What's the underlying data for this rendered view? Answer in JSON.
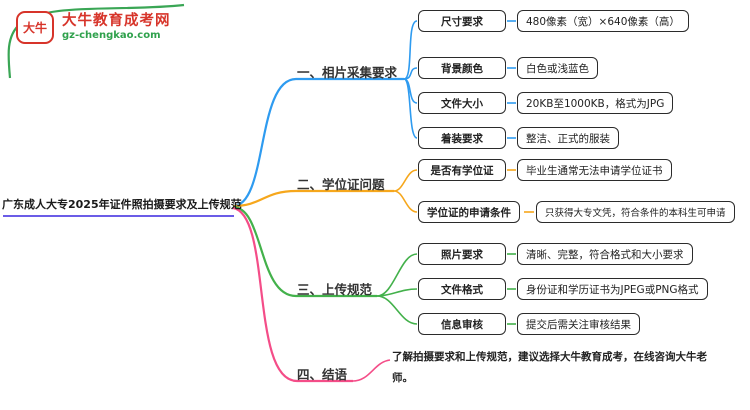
{
  "site": {
    "logo_mark": "大牛",
    "logo_name": "大牛教育成考网",
    "logo_domain": "gz-chengkao.com",
    "brand_red": "#d7342a",
    "decor_color": "#3aa655"
  },
  "root": {
    "title": "广东成人大专2025年证件照拍摄要求及上传规范",
    "underline_color": "#6b5ce7"
  },
  "branches": [
    {
      "label": "一、相片采集要求",
      "color": "#2e9bf0",
      "items": [
        {
          "key": "尺寸要求",
          "value": "480像素（宽）×640像素（高）"
        },
        {
          "key": "背景颜色",
          "value": "白色或浅蓝色"
        },
        {
          "key": "文件大小",
          "value": "20KB至1000KB，格式为JPG"
        },
        {
          "key": "着装要求",
          "value": "整洁、正式的服装"
        }
      ]
    },
    {
      "label": "二、学位证问题",
      "color": "#f6a71c",
      "items": [
        {
          "key": "是否有学位证",
          "value": "毕业生通常无法申请学位证书"
        },
        {
          "key": "学位证的申请条件",
          "value": "只获得大专文凭，符合条件的本科生可申请"
        }
      ]
    },
    {
      "label": "三、上传规范",
      "color": "#43b14b",
      "items": [
        {
          "key": "照片要求",
          "value": "清晰、完整，符合格式和大小要求"
        },
        {
          "key": "文件格式",
          "value": "身份证和学历证书为JPEG或PNG格式"
        },
        {
          "key": "信息审核",
          "value": "提交后需关注审核结果"
        }
      ]
    },
    {
      "label": "四、结语",
      "color": "#f44d88",
      "note": "了解拍摄要求和上传规范，建议选择大牛教育成考，在线咨询大牛老师。"
    }
  ]
}
